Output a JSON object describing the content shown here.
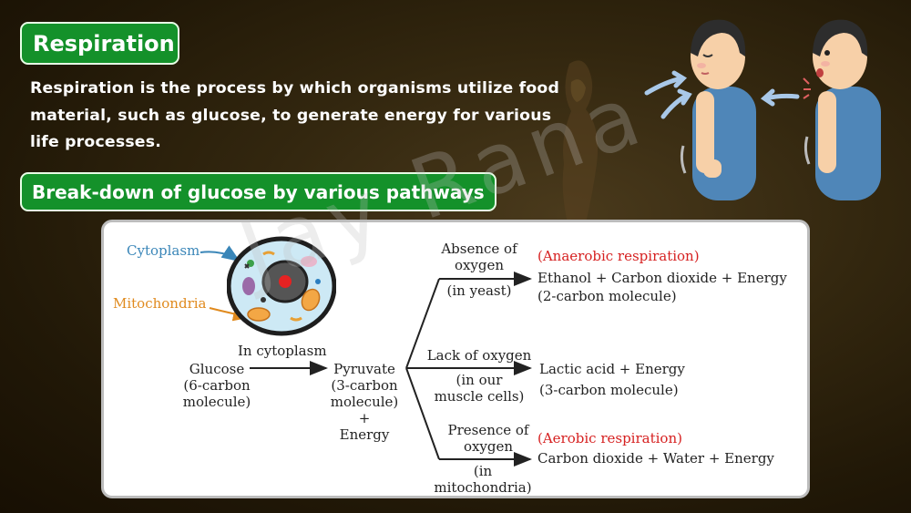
{
  "header": {
    "title": "Respiration",
    "intro_lines": [
      "Respiration is the process by which organisms utilize food",
      "material, such as glucose, to generate energy for various",
      "life processes."
    ],
    "subtitle": "Break-down of glucose by various pathways"
  },
  "diagram": {
    "cell_labels": {
      "cytoplasm": "Cytoplasm",
      "mitochondria": "Mitochondria"
    },
    "glucose": [
      "Glucose",
      "(6-carbon",
      "molecule)"
    ],
    "step1_condition": "In cytoplasm",
    "pyruvate": [
      "Pyruvate",
      "(3-carbon",
      "molecule)",
      "+",
      "Energy"
    ],
    "anaerobic": {
      "condition": [
        "Absence of",
        "oxygen"
      ],
      "place": "(in yeast)",
      "label": "(Anaerobic respiration)",
      "products": "Ethanol + Carbon dioxide + Energy",
      "note": "(2-carbon molecule)"
    },
    "muscle": {
      "condition": "Lack of oxygen",
      "place": [
        "(in our",
        "muscle cells)"
      ],
      "products": "Lactic acid + Energy",
      "note": "(3-carbon molecule)"
    },
    "aerobic": {
      "condition": [
        "Presence of",
        "oxygen"
      ],
      "place": [
        "(in",
        "mitochondria)"
      ],
      "label": "(Aerobic respiration)",
      "products": "Carbon dioxide + Water + Energy"
    }
  },
  "watermark": "Jay Rana",
  "colors": {
    "pill_green": "#14912a",
    "cytoplasm_blue": "#3a86b8",
    "mitochondria_orange": "#e08a1e",
    "respiration_red": "#d62020"
  }
}
